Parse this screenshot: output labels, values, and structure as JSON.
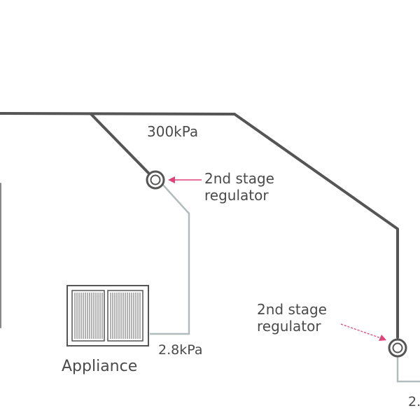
{
  "labels": {
    "high_pressure": "300kPa",
    "regulator_1_line1": "2nd stage",
    "regulator_1_line2": "regulator",
    "regulator_2_line1": "2nd stage",
    "regulator_2_line2": "regulator",
    "low_pressure_1": "2.8kPa",
    "low_pressure_2": "2.",
    "appliance": "Appliance"
  },
  "colors": {
    "high_pressure_pipe": "#555555",
    "low_pressure_pipe": "#b3bcbc",
    "arrow": "#e0427a",
    "text": "#4a4a4a"
  }
}
